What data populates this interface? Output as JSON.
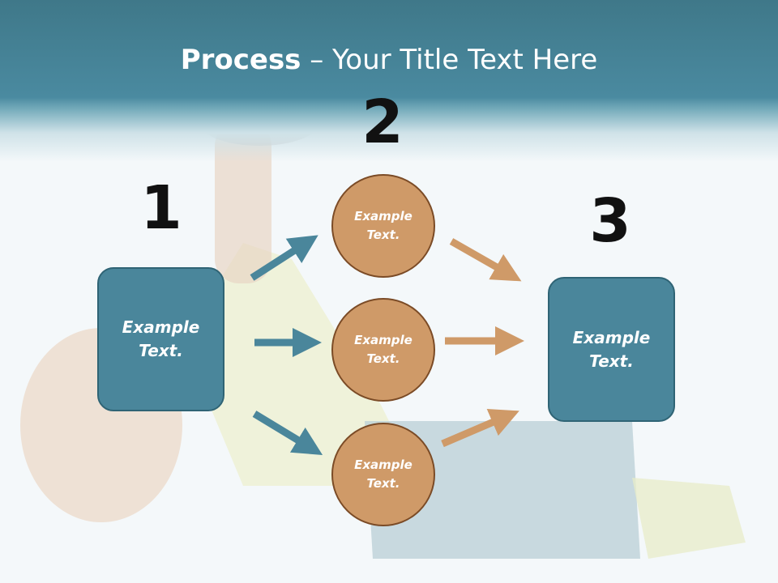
{
  "slide": {
    "title_bold": "Process",
    "title_rest": " – Your Title Text Here",
    "colors": {
      "header": "#4a8aa0",
      "box": "#4a869b",
      "circle": "#cf9a68",
      "arrow_blue": "#4a869b",
      "arrow_orange": "#cf9a68"
    }
  },
  "steps": {
    "one": {
      "number": "1",
      "text": "Example Text."
    },
    "two": {
      "number": "2"
    },
    "three": {
      "number": "3",
      "text": "Example Text."
    }
  },
  "circles": [
    {
      "text": "Example Text."
    },
    {
      "text": "Example Text."
    },
    {
      "text": "Example Text."
    }
  ]
}
